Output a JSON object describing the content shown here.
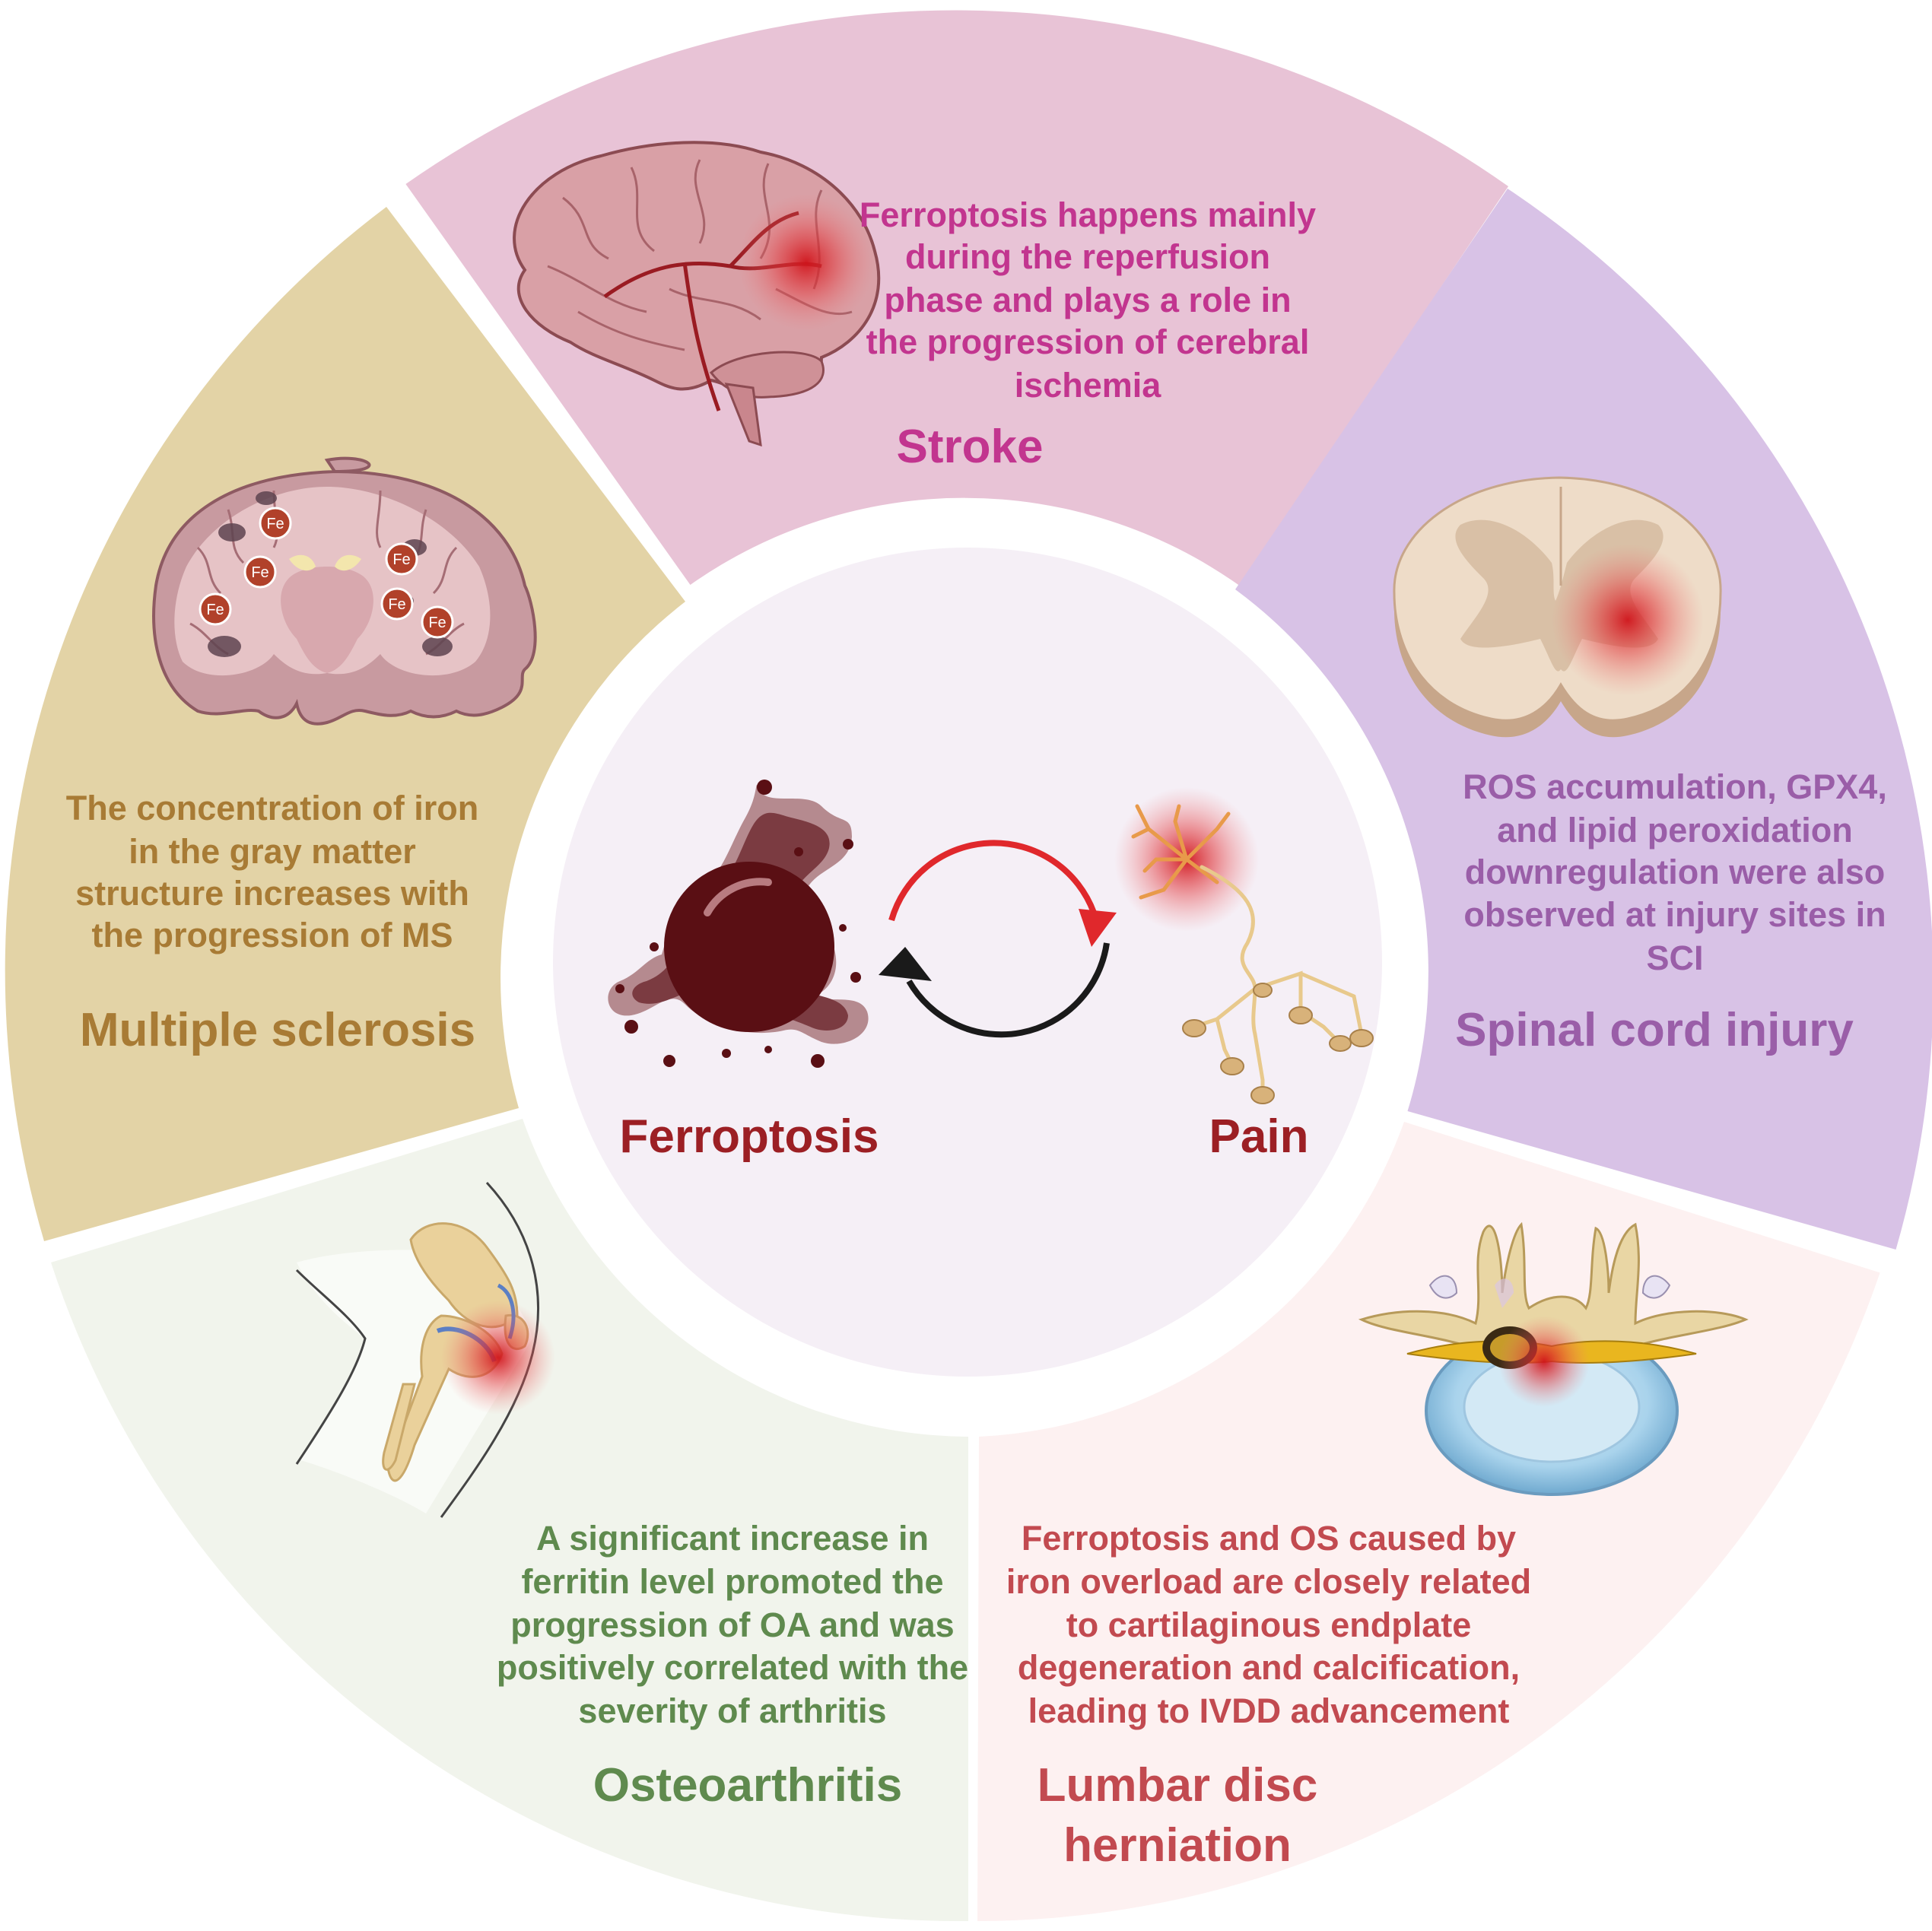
{
  "center": {
    "left_label": "Ferroptosis",
    "right_label": "Pain"
  },
  "segments": [
    {
      "id": "stroke",
      "title": "Stroke",
      "description": [
        "Ferroptosis happens mainly",
        "during the reperfusion",
        "phase and plays a role in",
        "the progression of cerebral",
        "ischemia"
      ],
      "fill": "#e8c3d6",
      "text_color": "#c2358f",
      "icon": "brain-icon"
    },
    {
      "id": "sci",
      "title": "Spinal cord injury",
      "description": [
        "ROS accumulation, GPX4,",
        "and lipid peroxidation",
        "downregulation were also",
        "observed at injury sites in",
        "SCI"
      ],
      "fill": "#d8c2e6",
      "text_color": "#9a5ea8",
      "icon": "spinal-cord-section-icon"
    },
    {
      "id": "ldh",
      "title_lines": [
        "Lumbar disc",
        "herniation"
      ],
      "description": [
        "Ferroptosis and OS caused by",
        "iron overload are closely related",
        "to cartilaginous endplate",
        "degeneration and calcification,",
        "leading to IVDD advancement"
      ],
      "fill": "#fdf1f1",
      "text_color": "#c24a50",
      "icon": "vertebra-disc-icon"
    },
    {
      "id": "oa",
      "title": "Osteoarthritis",
      "description": [
        "A significant increase in",
        "ferritin level promoted the",
        "progression of OA and was",
        "positively correlated with the",
        "severity of arthritis"
      ],
      "fill": "#f1f4ec",
      "text_color": "#5f8a4e",
      "icon": "knee-joint-icon"
    },
    {
      "id": "ms",
      "title": "Multiple sclerosis",
      "description": [
        "The concentration of iron",
        "in the gray matter",
        "structure increases with",
        "the progression of MS"
      ],
      "fill": "#e3d3a6",
      "text_color": "#a87b35",
      "icon": "brain-coronal-section-icon",
      "iron_label": "Fe"
    }
  ],
  "colors": {
    "center_fill": "#f5eff6",
    "center_text": "#9c1f24",
    "arrow_red": "#e0282c",
    "arrow_black": "#1a1a1a"
  }
}
